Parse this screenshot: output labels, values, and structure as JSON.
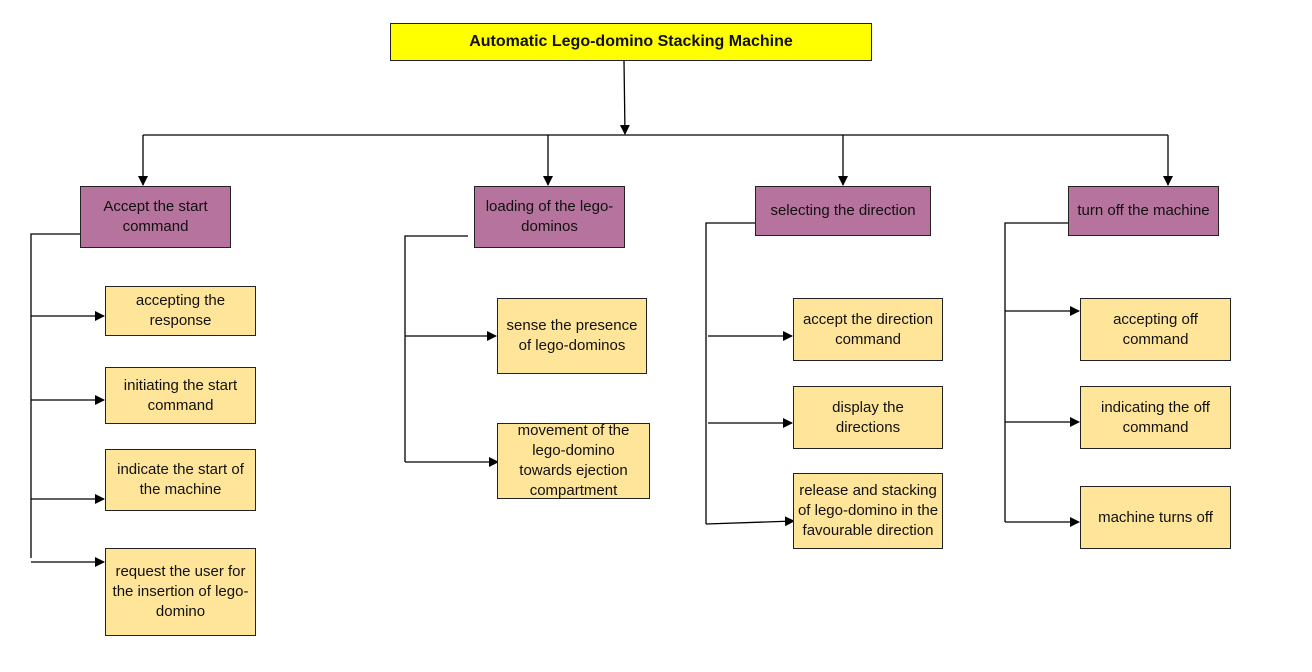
{
  "diagram": {
    "root": {
      "label": "Automatic Lego-domino Stacking Machine",
      "color": "#ffff00"
    },
    "colors": {
      "branch": "#b5739d",
      "leaf": "#ffe599",
      "line": "#000000"
    },
    "branches": [
      {
        "label": "Accept the start command",
        "children": [
          {
            "label": "accepting the response"
          },
          {
            "label": "initiating the start command"
          },
          {
            "label": "indicate the start of the machine"
          },
          {
            "label": "request the user for the insertion of lego-domino"
          }
        ]
      },
      {
        "label": "loading of the lego-dominos",
        "children": [
          {
            "label": "sense the presence of lego-dominos"
          },
          {
            "label": "movement of the lego-domino towards ejection compartment"
          }
        ]
      },
      {
        "label": "selecting the direction",
        "children": [
          {
            "label": "accept the direction command"
          },
          {
            "label": "display the directions"
          },
          {
            "label": "release and stacking of lego-domino in the favourable direction"
          }
        ]
      },
      {
        "label": "turn off the machine",
        "children": [
          {
            "label": "accepting off command"
          },
          {
            "label": "indicating the off command"
          },
          {
            "label": "machine turns off"
          }
        ]
      }
    ]
  }
}
